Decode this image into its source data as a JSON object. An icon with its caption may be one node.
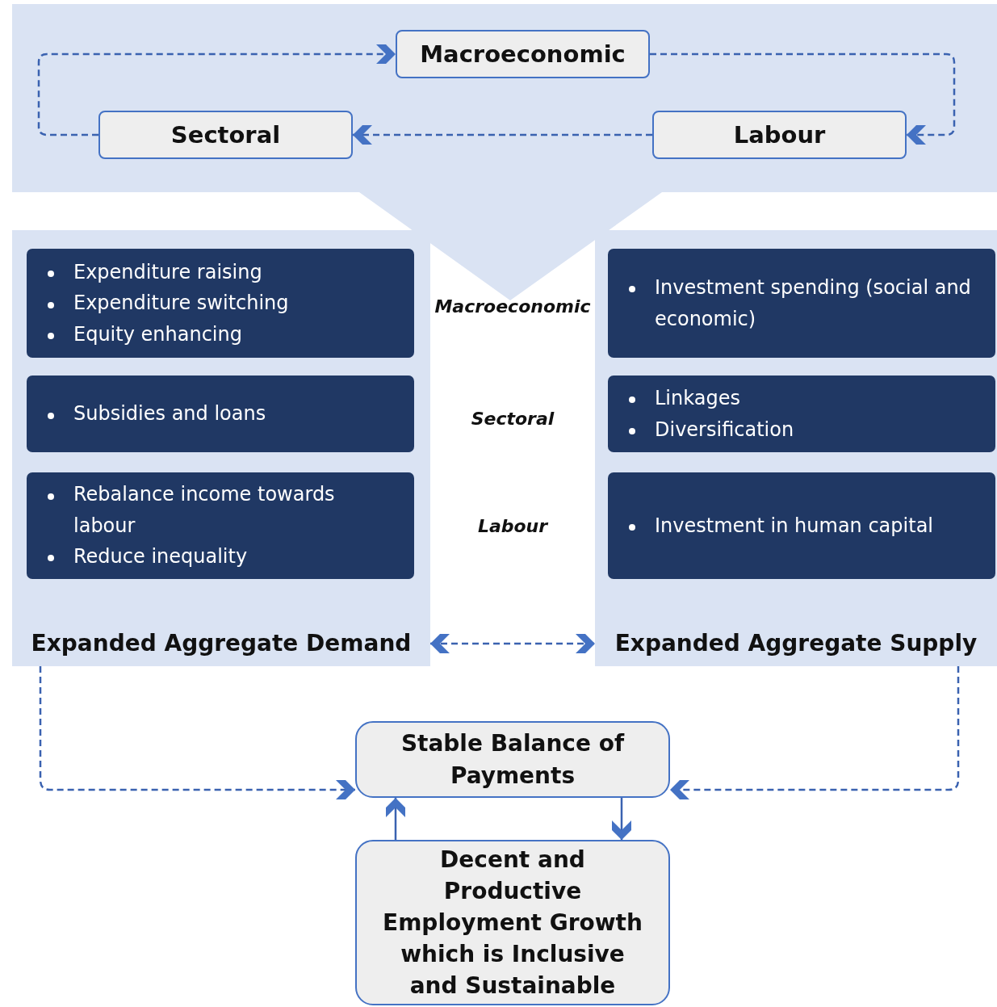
{
  "diagram": {
    "nodes": [
      {
        "text": [
          "Macroeconomic"
        ]
      },
      {
        "text": [
          "Sectoral"
        ]
      },
      {
        "text": [
          "Labour"
        ]
      },
      {
        "text": [
          "Expanded Aggregate Demand"
        ]
      },
      {
        "text": [
          "Expenditure raising",
          "Expenditure switching",
          "Equity enhancing"
        ],
        "in": 3
      },
      {
        "text": [
          "Subsidies and loans"
        ],
        "in": 3
      },
      {
        "text": [
          "Rebalance income towards labour",
          "Reduce inequality"
        ],
        "in": 3
      },
      {
        "text": [
          "Expanded Aggregate Supply"
        ]
      },
      {
        "text": [
          "Investment spending (social and economic)"
        ],
        "in": 7
      },
      {
        "text": [
          "Linkages",
          "Diversification"
        ],
        "in": 7
      },
      {
        "text": [
          "Investment in human capital"
        ],
        "in": 7
      },
      {
        "text": [
          "Stable Balance of Payments"
        ]
      },
      {
        "text": [
          "Decent and Productive Employment Growth which is Inclusive and Sustainable"
        ]
      }
    ],
    "edges": [
      {
        "from": 1,
        "to": 0,
        "arrow": "to",
        "style": "dashed"
      },
      {
        "from": 0,
        "to": 2,
        "arrow": "to",
        "style": "dashed"
      },
      {
        "from": 2,
        "to": 1,
        "arrow": "to",
        "style": "dashed"
      },
      {
        "from": 3,
        "to": 7,
        "arrow": "both",
        "style": "dashed"
      },
      {
        "from": 3,
        "to": 11,
        "arrow": "to",
        "style": "dashed"
      },
      {
        "from": 7,
        "to": 11,
        "arrow": "to",
        "style": "dashed"
      },
      {
        "from": 12,
        "to": 11,
        "arrow": "to"
      },
      {
        "from": 11,
        "to": 12,
        "arrow": "to"
      }
    ],
    "labels": [
      "Macroeconomic",
      "Sectoral",
      "Labour"
    ]
  }
}
